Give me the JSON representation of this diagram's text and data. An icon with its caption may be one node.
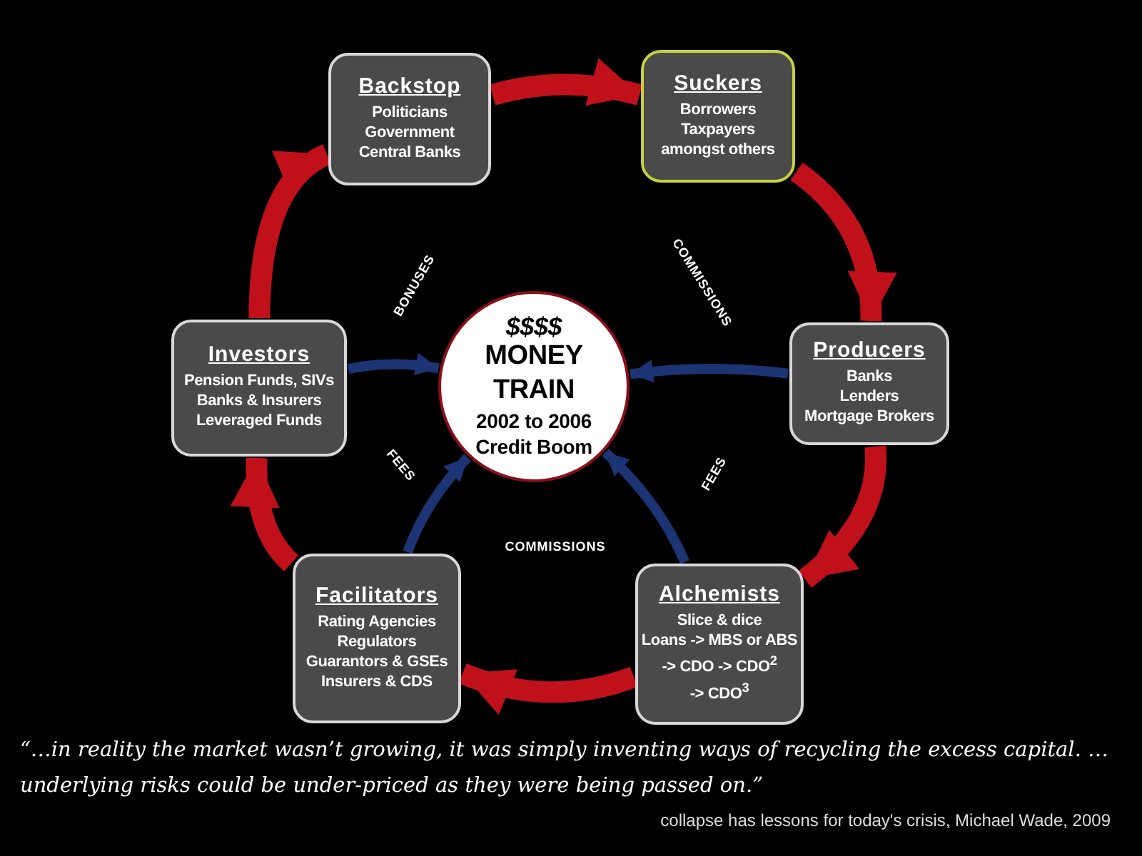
{
  "diagram": {
    "nodes": [
      {
        "text": [
          "Backstop",
          "Politicians",
          "Government",
          "Central Banks"
        ]
      },
      {
        "text": [
          "Suckers",
          "Borrowers",
          "Taxpayers",
          "amongst others"
        ]
      },
      {
        "text": [
          "Producers",
          "Banks",
          "Lenders",
          "Mortgage Brokers"
        ]
      },
      {
        "text": [
          "Alchemists",
          "Slice & dice",
          "Loans -> MBS or ABS",
          "-> CDO -> CDO$^{2}$",
          "-> CDO$^{3}$"
        ]
      },
      {
        "text": [
          "Facilitators",
          "Rating Agencies",
          "Regulators",
          "Guarantors & GSEs",
          "Insurers & CDS"
        ]
      },
      {
        "text": [
          "Investors",
          "Pension Funds, SIVs",
          "Banks & Insurers",
          "Leveraged Funds"
        ]
      },
      {
        "text": [
          "$$$$",
          "MONEY",
          "TRAIN",
          "2002 to 2006",
          "Credit Boom"
        ]
      }
    ],
    "edges": [
      {
        "from": 0,
        "to": 1,
        "arrow": "to"
      },
      {
        "from": 1,
        "to": 2,
        "arrow": "to"
      },
      {
        "from": 2,
        "to": 3,
        "arrow": "to"
      },
      {
        "from": 3,
        "to": 4,
        "arrow": "to"
      },
      {
        "from": 4,
        "to": 5,
        "arrow": "to"
      },
      {
        "from": 5,
        "to": 0,
        "arrow": "to"
      },
      {
        "from": 5,
        "to": 6,
        "arrow": "to",
        "color": "#1c3473"
      },
      {
        "from": 2,
        "to": 6,
        "arrow": "to",
        "color": "#1c3473"
      },
      {
        "from": 4,
        "to": 6,
        "arrow": "to",
        "color": "#1c3473"
      },
      {
        "from": 3,
        "to": 6,
        "arrow": "to",
        "color": "#1c3473"
      }
    ],
    "labels": [
      "BONUSES",
      "COMMISSIONS",
      "FEES",
      "FEES",
      "COMMISSIONS",
      "collapse has lessons for today's crisis, Michael Wade, 2009"
    ],
    "caption": "“…in reality the market wasn’t growing, it was simply inventing ways of recycling the excess capital. … underlying risks could be under-priced as they were being passed on.”"
  }
}
